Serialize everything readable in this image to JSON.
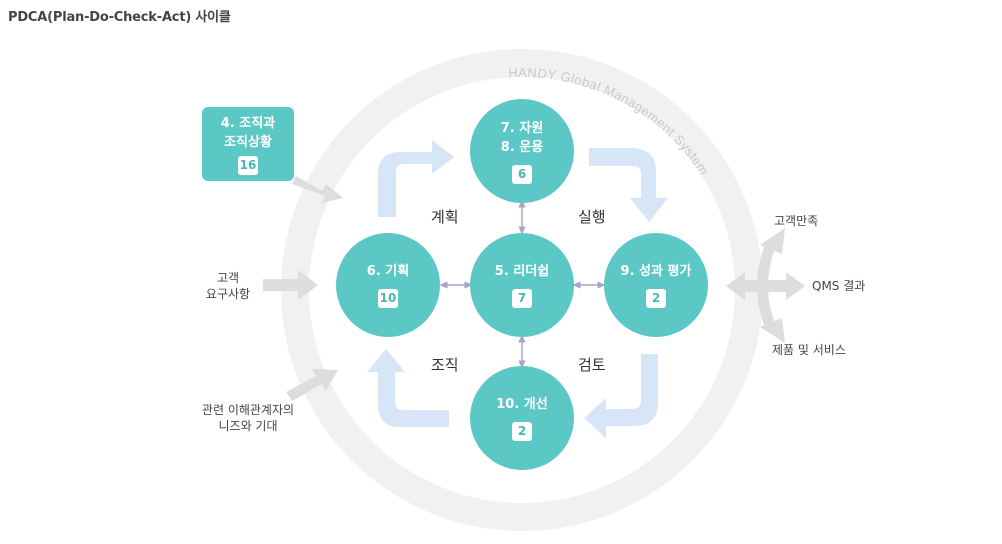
{
  "title": "PDCA(Plan-Do-Check-Act) 사이클",
  "ring_label": "HANDY Global Management System",
  "context_box": {
    "line1": "4. 조직과",
    "line2": "조직상황",
    "count": "16"
  },
  "nodes": {
    "support": {
      "line1": "7. 자원",
      "line2": "8. 운용",
      "count": "6"
    },
    "planning": {
      "line1": "6. 기획",
      "count": "10"
    },
    "leadership": {
      "line1": "5. 리더쉽",
      "count": "7"
    },
    "evaluation": {
      "line1": "9. 성과 평가",
      "count": "2"
    },
    "improvement": {
      "line1": "10. 개선",
      "count": "2"
    }
  },
  "phases": {
    "plan": "계획",
    "do": "실행",
    "check": "검토",
    "act": "조직"
  },
  "inputs": {
    "customer_requirements": {
      "line1": "고객",
      "line2": "요구사항"
    },
    "stakeholder_needs": {
      "line1": "관련 이해관계자의",
      "line2": "니즈와 기대"
    }
  },
  "outputs": {
    "customer_satisfaction": "고객만족",
    "qms_results": "QMS 결과",
    "products_services": "제품 및 서비스"
  },
  "colors": {
    "node": "#5cc8c5",
    "flow_arrow": "#d6e6f7",
    "connector": "#a7a4c8",
    "ring": "#f0f0f0",
    "io_arrow": "#dddddd"
  }
}
